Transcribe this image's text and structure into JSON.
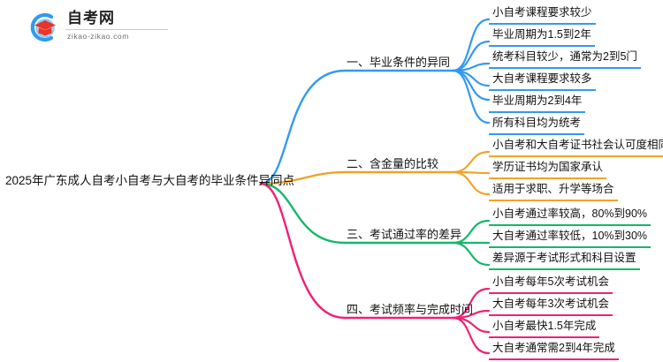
{
  "logo": {
    "name": "自考网",
    "url": "zikao-zikao.com",
    "mark_icon": "graduation-cap-in-circle-icon",
    "ring_color": "#2e9bf0",
    "cap_color": "#e8342a"
  },
  "mindmap": {
    "root": {
      "label": "2025年广东成人自考小自考与大自考的毕业条件异同点"
    },
    "branches": [
      {
        "index": "1",
        "label": "一、毕业条件的异同",
        "color": "#3399f0",
        "leaves": [
          "小自考课程要求较少",
          "毕业周期为1.5到2年",
          "统考科目较少，通常为2到5门",
          "大自考课程要求较多",
          "毕业周期为2到4年",
          "所有科目均为统考"
        ]
      },
      {
        "index": "2",
        "label": "二、含金量的比较",
        "color": "#f0a429",
        "leaves": [
          "小自考和大自考证书社会认可度相同",
          "学历证书均为国家承认",
          "适用于求职、升学等场合"
        ]
      },
      {
        "index": "3",
        "label": "三、考试通过率的差异",
        "color": "#14b868",
        "leaves": [
          "小自考通过率较高，80%到90%",
          "大自考通过率较低，10%到30%",
          "差异源于考试形式和科目设置"
        ]
      },
      {
        "index": "4",
        "label": "四、考试频率与完成时间",
        "color": "#f02177",
        "leaves": [
          "小自考每年5次考试机会",
          "大自考每年3次考试机会",
          "小自考最快1.5年完成",
          "大自考通常需2到4年完成"
        ]
      }
    ]
  }
}
